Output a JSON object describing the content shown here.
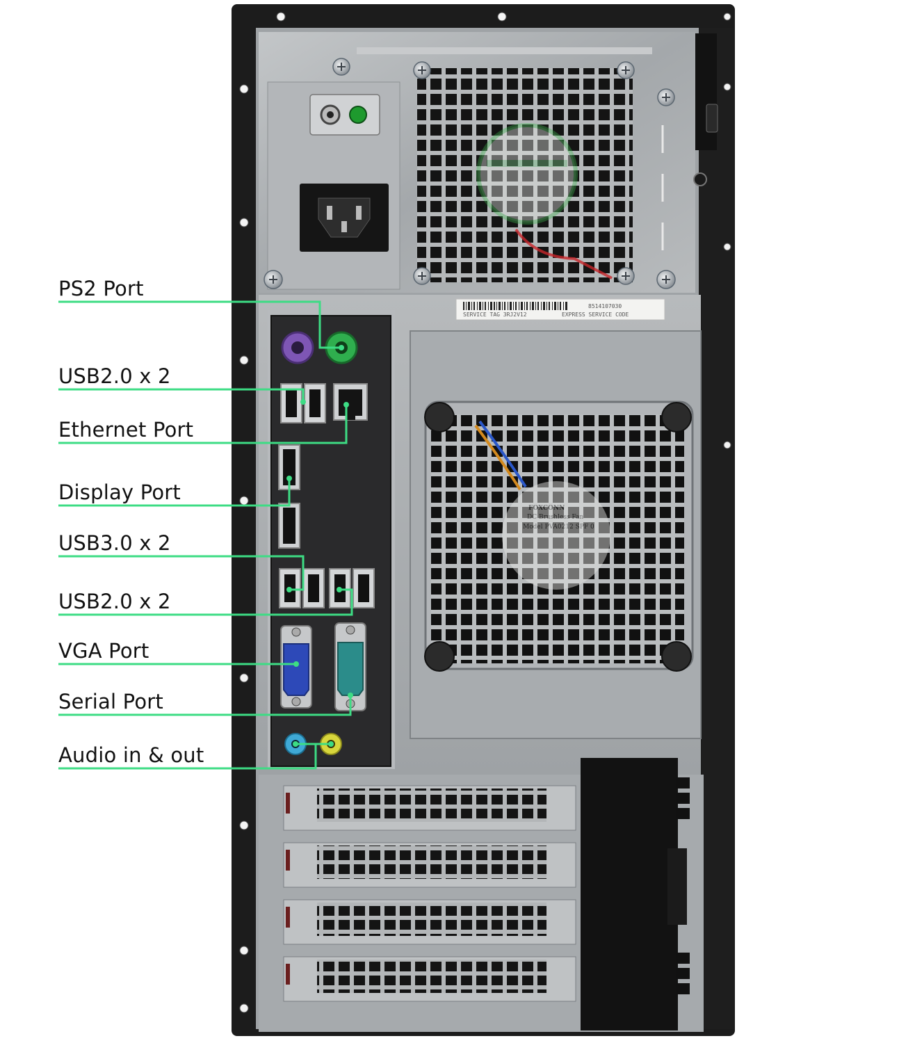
{
  "labels": [
    {
      "id": "ps2",
      "text": "PS2 Port"
    },
    {
      "id": "usb2_top",
      "text": "USB2.0 x 2"
    },
    {
      "id": "ethernet",
      "text": "Ethernet Port"
    },
    {
      "id": "display",
      "text": "Display Port"
    },
    {
      "id": "usb3",
      "text": "USB3.0 x 2"
    },
    {
      "id": "usb2_bottom",
      "text": "USB2.0 x 2"
    },
    {
      "id": "vga",
      "text": "VGA Port"
    },
    {
      "id": "serial",
      "text": "Serial Port"
    },
    {
      "id": "audio",
      "text": "Audio in & out"
    }
  ],
  "sticker": {
    "top_code": "8514107030",
    "service_tag": "SERVICE  TAG 3RJ2V12",
    "express_code": "EXPRESS SERVICE CODE"
  },
  "fan_label": {
    "brand": "FOXCONN",
    "line1": "DC Brushless Fan",
    "line2": "Model PVA0212 SPF 0"
  },
  "colors": {
    "callout_line": "#3ddc84",
    "chassis": "#1c1c1c",
    "panel": "#a9adb0",
    "io_plate": "#2a2a2c",
    "ps2_mouse": "#2fae4e",
    "ps2_keyboard": "#7e56b5",
    "vga": "#2d49b8",
    "serial": "#2b8c8a",
    "audio_in": "#3fa9d6",
    "audio_out": "#d8d63c"
  }
}
